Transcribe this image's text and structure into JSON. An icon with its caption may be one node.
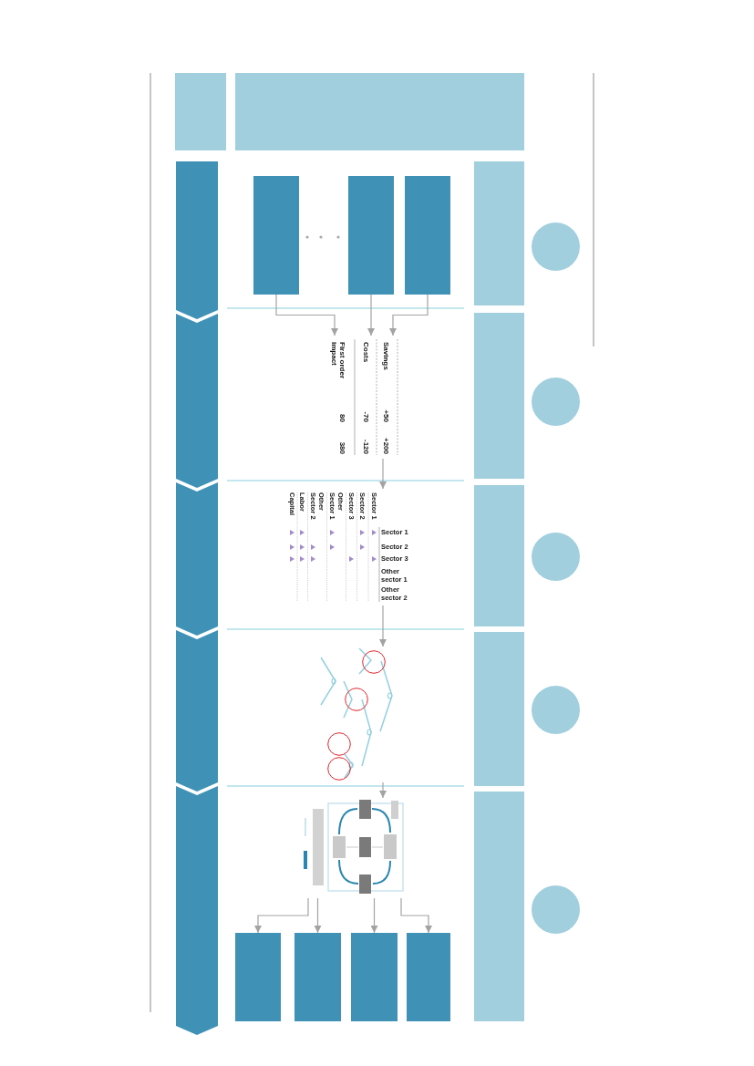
{
  "diagram": {
    "nodes": [
      {
        "text": [],
        "shape": "box"
      },
      {
        "text": [],
        "shape": "box"
      },
      {
        "text": [],
        "shape": "circle"
      },
      {
        "text": [],
        "shape": "box"
      },
      {
        "text": [],
        "shape": "box"
      },
      {
        "text": [],
        "shape": "box"
      },
      {
        "text": [],
        "shape": "box"
      },
      {
        "text": [],
        "shape": "chevron"
      },
      {
        "text": [],
        "shape": "circle"
      },
      {
        "text": [],
        "shape": "box"
      },
      {
        "text": [
          "Savings",
          "+50",
          "+200",
          "Costs",
          "-70",
          "-120",
          "First order impact",
          "80",
          "380"
        ]
      },
      {
        "text": [],
        "shape": "chevron"
      },
      {
        "text": [],
        "shape": "circle"
      },
      {
        "text": [],
        "shape": "box"
      },
      {
        "text": [
          "Sector 1",
          "Sector 2",
          "Sector 3",
          "Other sector 1",
          "Other sector 2",
          "Sector 1",
          "Sector 2",
          "Sector 3",
          "Other Sector 1",
          "Other Sector 2",
          "Labor",
          "Capital"
        ]
      },
      {
        "text": [],
        "shape": "chevron"
      },
      {
        "text": [],
        "shape": "circle"
      },
      {
        "text": [],
        "shape": "box"
      },
      {
        "text": [],
        "shape": "picture"
      },
      {
        "text": [],
        "shape": "chevron"
      },
      {
        "text": [],
        "shape": "circle"
      },
      {
        "text": [],
        "shape": "box"
      },
      {
        "text": [],
        "shape": "picture"
      },
      {
        "text": [],
        "shape": "box"
      },
      {
        "text": [],
        "shape": "box"
      },
      {
        "text": [],
        "shape": "box"
      },
      {
        "text": [],
        "shape": "box"
      },
      {
        "text": [],
        "shape": "chevron"
      }
    ],
    "edges": [
      {
        "from": 4,
        "to": 10,
        "arrow": "to"
      },
      {
        "from": 5,
        "to": 10,
        "arrow": "to"
      },
      {
        "from": 6,
        "to": 10,
        "arrow": "to"
      },
      {
        "from": 10,
        "to": 14,
        "arrow": "to"
      },
      {
        "from": 14,
        "to": 18,
        "arrow": "to"
      },
      {
        "from": 18,
        "to": 22,
        "arrow": "to"
      },
      {
        "from": 22,
        "to": 23,
        "arrow": "to"
      },
      {
        "from": 22,
        "to": 24,
        "arrow": "to"
      },
      {
        "from": 22,
        "to": 25,
        "arrow": "to"
      },
      {
        "from": 22,
        "to": 26,
        "arrow": "to"
      }
    ]
  }
}
